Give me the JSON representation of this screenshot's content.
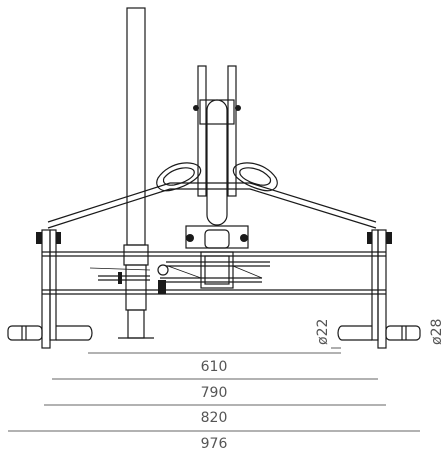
{
  "dimensions": {
    "d1": "610",
    "d2": "790",
    "d3": "820",
    "d4": "976",
    "dia_a": "ø22",
    "dia_b": "ø28"
  }
}
